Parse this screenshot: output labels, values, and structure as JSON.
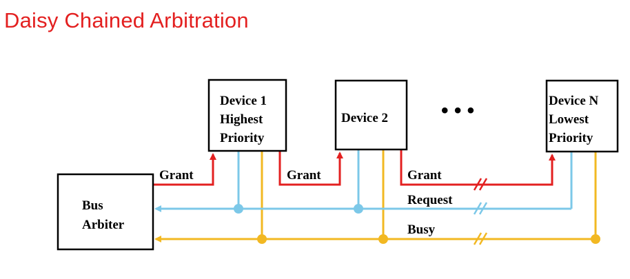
{
  "title": "Daisy Chained Arbitration",
  "colors": {
    "title": "#e32020",
    "grant": "#e32020",
    "request": "#7cc8e8",
    "busy": "#f2b822",
    "box_border": "#000000"
  },
  "nodes": {
    "arbiter": {
      "lines": [
        "Bus",
        "Arbiter"
      ]
    },
    "device1": {
      "lines": [
        "Device 1",
        "Highest",
        "Priority"
      ]
    },
    "device2": {
      "lines": [
        "Device 2"
      ]
    },
    "deviceN": {
      "lines": [
        "Device N",
        "Lowest",
        "Priority"
      ]
    }
  },
  "ellipsis": "• • •",
  "signals": {
    "grant_1": "Grant",
    "grant_2": "Grant",
    "grant_3": "Grant",
    "request": "Request",
    "busy": "Busy"
  },
  "icons": {
    "break_mark": "double-slash-icon",
    "arrow": "arrowhead-icon",
    "junction": "junction-dot-icon"
  }
}
